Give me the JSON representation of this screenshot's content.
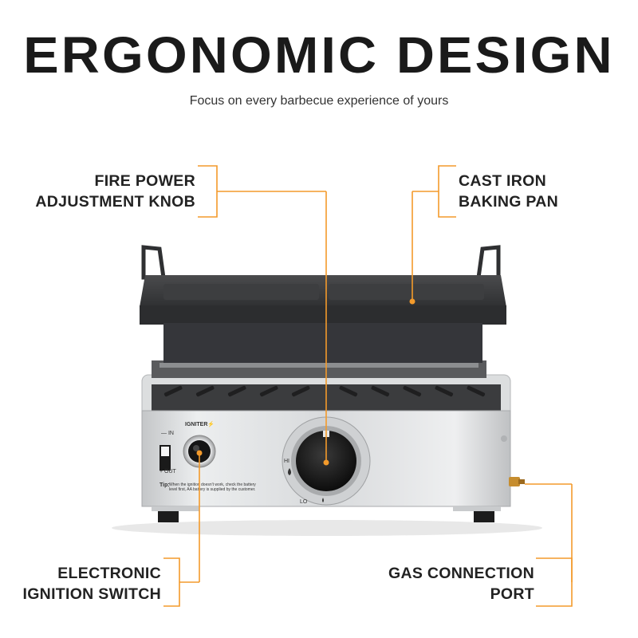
{
  "header": {
    "title": "ERGONOMIC DESIGN",
    "subtitle": "Focus on every barbecue experience of yours"
  },
  "callouts": {
    "knob": [
      "FIRE POWER",
      "ADJUSTMENT KNOB"
    ],
    "pan": [
      "CAST IRON",
      "BAKING PAN"
    ],
    "ignition": [
      "ELECTRONIC",
      "IGNITION SWITCH"
    ],
    "gas": [
      "GAS CONNECTION",
      "PORT"
    ]
  },
  "panel": {
    "igniter_label": "IGNITER⚡",
    "in_label": "— IN",
    "out_label": "+ OUT",
    "tip_label": "Tip:",
    "tip_text": "When the ignition doesn't work, check the battery level first, AA battery is supplied by the customer.",
    "hi_label": "HI",
    "lo_label": "LO"
  },
  "colors": {
    "accent": "#f39a2b",
    "text": "#1a1a1a",
    "pan": "#3a3b3d",
    "steel": "#d7d9db"
  }
}
